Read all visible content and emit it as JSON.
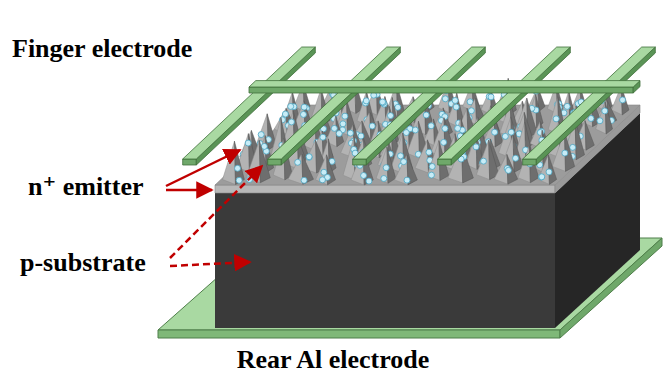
{
  "diagram": {
    "labels": [
      "Finger electrode",
      "n⁺ emitter",
      "p-substrate",
      "Rear Al electrode"
    ]
  }
}
